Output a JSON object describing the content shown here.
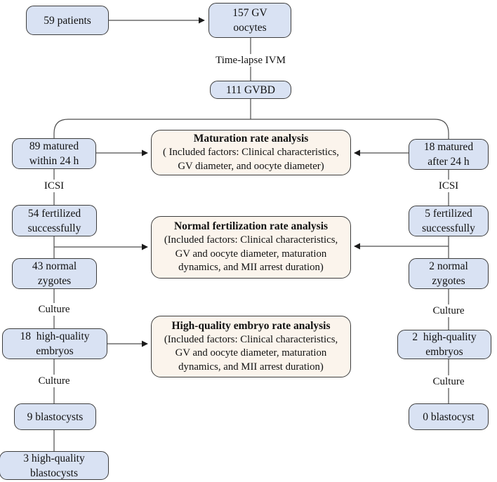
{
  "colors": {
    "node_fill": "#d9e2f3",
    "analysis_fill": "#fbf4ec",
    "border": "#3d3d3d",
    "line": "#4d4d4d"
  },
  "nodes": {
    "patients": {
      "label": "59 patients"
    },
    "gv_oocytes": {
      "label": "157 GV\noocytes"
    },
    "gvbd": {
      "label": "111 GVBD"
    },
    "matured_within": {
      "label": "89 matured\nwithin 24 h"
    },
    "matured_after": {
      "label": "18 matured\nafter 24 h"
    },
    "fertilized_left": {
      "label": "54 fertilized\nsuccessfully"
    },
    "fertilized_right": {
      "label": "5 fertilized\nsuccessfully"
    },
    "zygotes_left": {
      "label": "43 normal\nzygotes"
    },
    "zygotes_right": {
      "label": "2 normal\nzygotes"
    },
    "embryos_left": {
      "label": "18  high-quality\nembryos"
    },
    "embryos_right": {
      "label": "2  high-quality\nembryos"
    },
    "blastocysts_left": {
      "label": "9 blastocysts"
    },
    "blastocysts_right": {
      "label": "0 blastocyst"
    },
    "hq_blastocysts": {
      "label": "3 high-quality\nblastocysts"
    }
  },
  "analyses": {
    "maturation": {
      "title": "Maturation rate analysis",
      "body": "( Included factors: Clinical characteristics,\nGV diameter, and oocyte diameter)"
    },
    "fertilization": {
      "title": "Normal fertilization rate analysis",
      "body": "(Included factors: Clinical characteristics,\nGV and oocyte diameter, maturation\ndynamics, and MII arrest duration)"
    },
    "embryo": {
      "title": "High-quality embryo rate analysis",
      "body": "(Included factors: Clinical characteristics,\nGV and oocyte diameter, maturation\ndynamics, and MII arrest duration)"
    }
  },
  "edge_labels": {
    "time_lapse": "Time-lapse IVM",
    "icsi_left": "ICSI",
    "icsi_right": "ICSI",
    "culture_left_1": "Culture",
    "culture_left_2": "Culture",
    "culture_right_1": "Culture",
    "culture_right_2": "Culture"
  }
}
